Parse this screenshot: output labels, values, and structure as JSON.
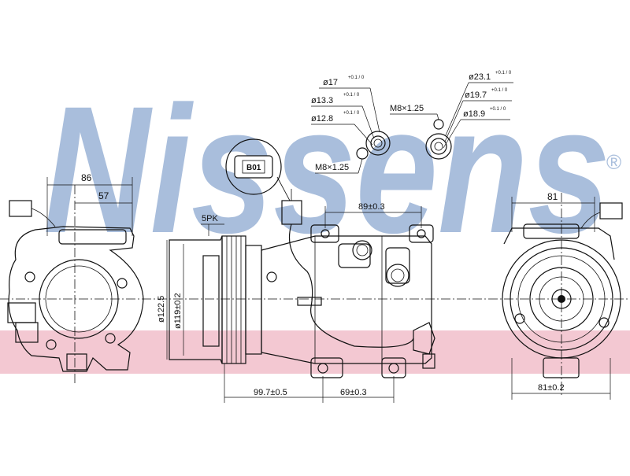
{
  "watermark": {
    "brand": "Nissens",
    "registered": "®",
    "color": "#a9bedc",
    "band_color": "#f3c8d2"
  },
  "labels": {
    "d17": "ø17",
    "d17_tol": "+0.1 / 0",
    "d13": "ø13.3",
    "d13_tol": "+0.1 / 0",
    "d12": "ø12.8",
    "d12_tol": "+0.1 / 0",
    "m8_left": "M8×1.25",
    "m8_right": "M8×1.25",
    "d23": "ø23.1",
    "d23_tol": "+0.1 / 0",
    "d19": "ø19.7",
    "d19_tol": "+0.1 / 0",
    "d18": "ø18.9",
    "d18_tol": "+0.1 / 0",
    "connector_code": "B01",
    "dim_86": "86",
    "dim_57": "57",
    "pulley": "5PK",
    "dim_89": "89±0.3",
    "dim_122": "ø122.5",
    "dim_119": "ø119±0.2",
    "dim_99": "99.7±0.5",
    "dim_69": "69±0.3",
    "dim_81": "81",
    "dim_81tol": "81±0.2"
  }
}
